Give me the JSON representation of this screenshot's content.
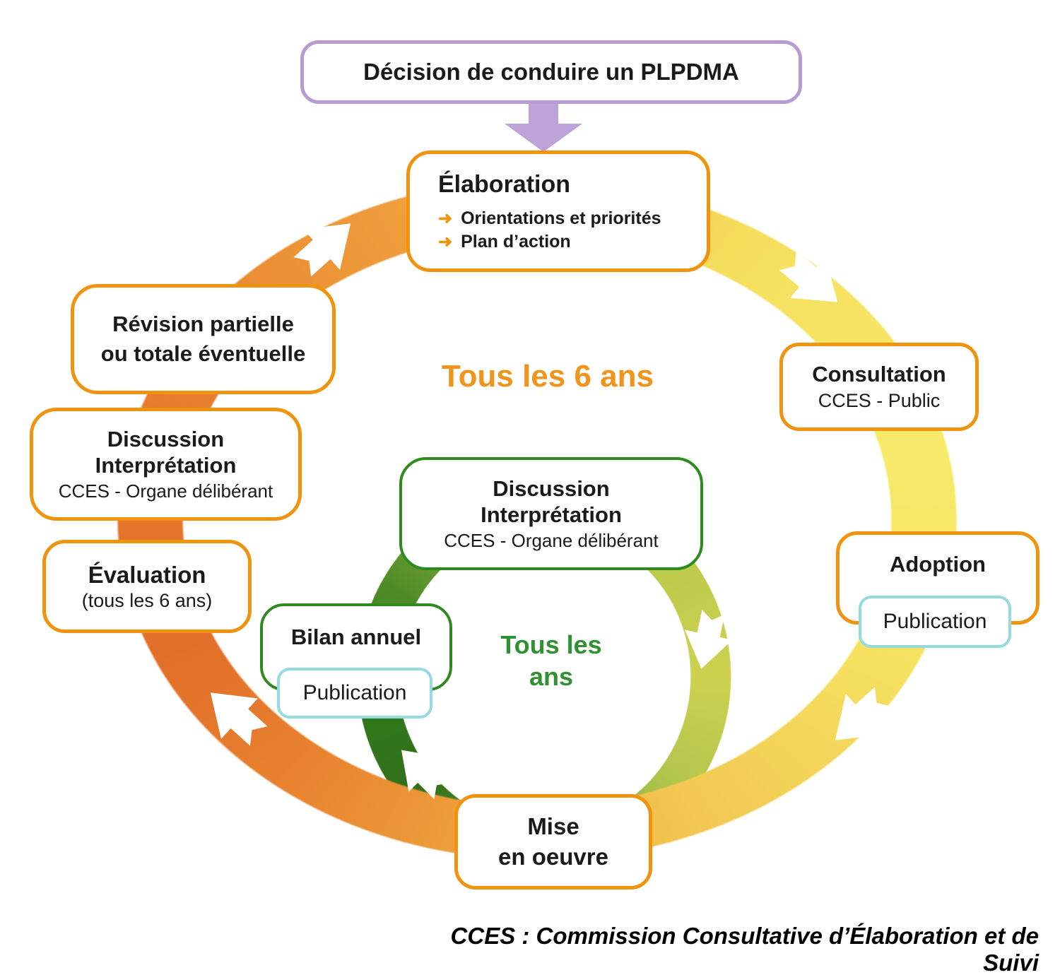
{
  "colors": {
    "purple_border": "#b99bd3",
    "purple_arrow": "#bda3d7",
    "orange_border": "#f0930f",
    "green_border": "#2e8b1e",
    "cyan_border": "#93dbe0",
    "outer_label_orange": "#f0941c",
    "inner_label_green": "#2f9132",
    "ring_yellow": "#f7ea6a",
    "ring_orange": "#e16f29",
    "ring_dark_green": "#32701b",
    "ring_yellow_green": "#cdd150"
  },
  "icons": {
    "bullet_arrow": "➜"
  },
  "decision": {
    "label": "Décision de conduire un PLPDMA"
  },
  "outer_cycle": {
    "label": "Tous les 6 ans",
    "elaboration": {
      "title": "Élaboration",
      "bullets": [
        "Orientations et priorités",
        "Plan d’action"
      ]
    },
    "consultation": {
      "title": "Consultation",
      "subtitle": "CCES - Public"
    },
    "adoption": {
      "title": "Adoption",
      "publication": "Publication"
    },
    "mise_en_oeuvre": {
      "line1": "Mise",
      "line2": "en oeuvre"
    },
    "evaluation": {
      "title": "Évaluation",
      "subtitle": "(tous les 6 ans)"
    },
    "discussion": {
      "line1": "Discussion",
      "line2": "Interprétation",
      "subtitle": "CCES - Organe délibérant"
    },
    "revision": {
      "line1": "Révision partielle",
      "line2": "ou totale éventuelle"
    }
  },
  "inner_cycle": {
    "label_line1": "Tous les",
    "label_line2": "ans",
    "discussion": {
      "line1": "Discussion",
      "line2": "Interprétation",
      "subtitle": "CCES - Organe délibérant"
    },
    "bilan_annuel": {
      "title": "Bilan annuel",
      "publication": "Publication"
    }
  },
  "caption": "CCES : Commission Consultative d’Élaboration et de Suivi"
}
